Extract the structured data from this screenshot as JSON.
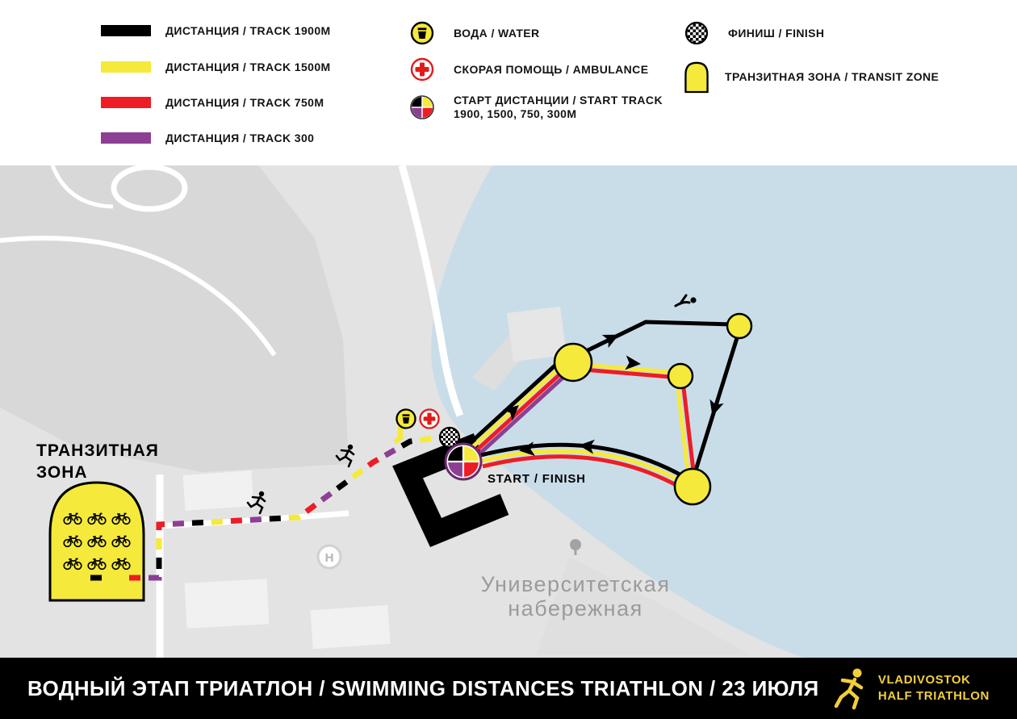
{
  "colors": {
    "track_1900": "#000000",
    "track_1500": "#F5E93C",
    "track_750": "#EE1C25",
    "track_300": "#8D3F94",
    "water": "#C9DDE9",
    "land": "#E3E3E3",
    "logo_yellow": "#F2CF3A"
  },
  "legend": {
    "tracks": [
      {
        "label": "ДИСТАНЦИЯ / TRACK 1900М",
        "color": "#000000"
      },
      {
        "label": "ДИСТАНЦИЯ / TRACK 1500М",
        "color": "#F5E93C"
      },
      {
        "label": "ДИСТАНЦИЯ / TRACK 750М",
        "color": "#EE1C25"
      },
      {
        "label": "ДИСТАНЦИЯ / TRACK 300",
        "color": "#8D3F94"
      }
    ],
    "stations": [
      {
        "icon": "water-icon",
        "label": "ВОДА / WATER"
      },
      {
        "icon": "ambulance-icon",
        "label": "СКОРАЯ ПОМОЩЬ / AMBULANCE"
      },
      {
        "icon": "start-track-icon",
        "label_line1": "СТАРТ ДИСТАНЦИИ / START TRACK",
        "label_line2": "1900, 1500, 750, 300М"
      }
    ],
    "markers": [
      {
        "icon": "finish-icon",
        "label": "ФИНИШ / FINISH"
      },
      {
        "icon": "transit-zone-icon",
        "label": "ТРАНЗИТНАЯ ЗОНА / TRANSIT ZONE"
      }
    ]
  },
  "map": {
    "transit_zone_label_line1": "ТРАНЗИТНАЯ",
    "transit_zone_label_line2": "ЗОНА",
    "start_finish_label": "START / FINISH",
    "street_label_line1": "Университетская",
    "street_label_line2": "набережная",
    "helipad_label": "Н"
  },
  "footer": {
    "title": "ВОДНЫЙ ЭТАП ТРИАТЛОН /  SWIMMING DISTANCES TRIATHLON / 23 ИЮЛЯ",
    "logo": {
      "line1": "VLADIVOSTOK",
      "line2": "HALF TRIATHLON"
    }
  }
}
